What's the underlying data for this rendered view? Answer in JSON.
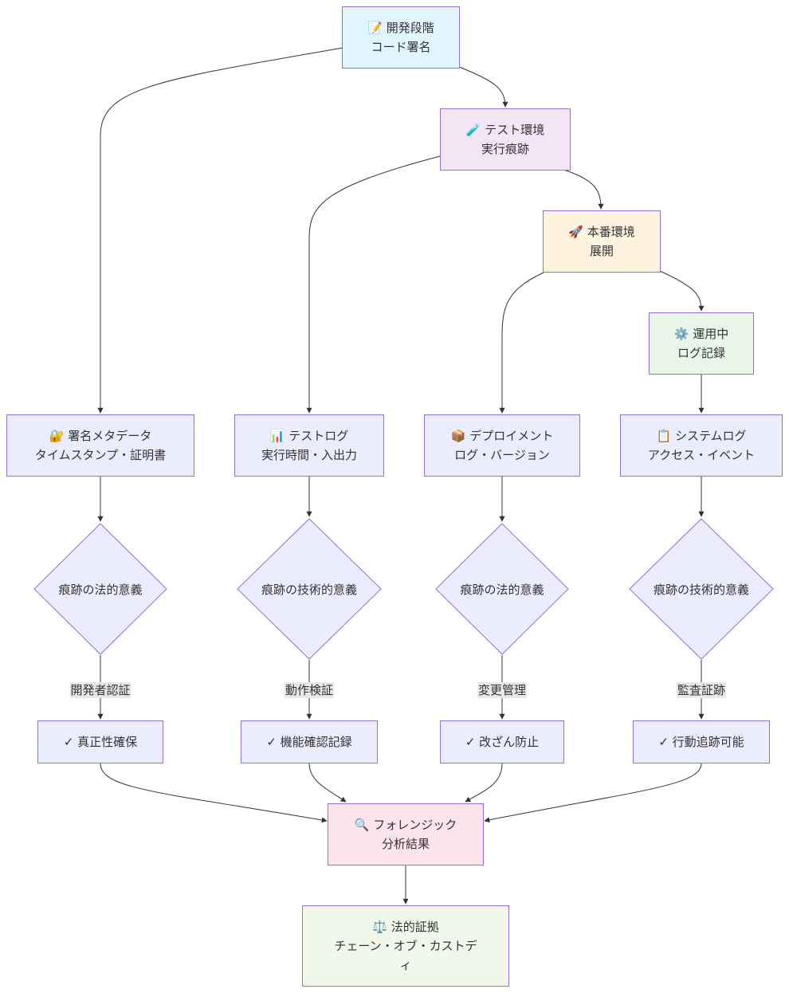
{
  "colors": {
    "dev": "#e1f5fe",
    "test": "#f3e5f5",
    "prod": "#fff3e0",
    "ops": "#e8f5e9",
    "forensic": "#fce4ec",
    "legal": "#f1f8e9",
    "default": "#ececff",
    "border": "#9370db",
    "edge": "#333333",
    "edge_label_bg": "#e8e8e8"
  },
  "nodes": {
    "dev": {
      "icon": "memo-icon",
      "glyph": "📝",
      "line1": "開発段階",
      "line2": "コード署名"
    },
    "test": {
      "icon": "test-tube-icon",
      "glyph": "🧪",
      "line1": "テスト環境",
      "line2": "実行痕跡"
    },
    "prod": {
      "icon": "rocket-icon",
      "glyph": "🚀",
      "line1": "本番環境",
      "line2": "展開"
    },
    "ops": {
      "icon": "gear-icon",
      "glyph": "⚙️",
      "line1": "運用中",
      "line2": "ログ記録"
    },
    "sign": {
      "icon": "lock-with-key-icon",
      "glyph": "🔐",
      "line1": "署名メタデータ",
      "line2": "タイムスタンプ・証明書"
    },
    "testlog": {
      "icon": "bar-chart-icon",
      "glyph": "📊",
      "line1": "テストログ",
      "line2": "実行時間・入出力"
    },
    "deploylog": {
      "icon": "package-icon",
      "glyph": "📦",
      "line1": "デプロイメント",
      "line2": "ログ・バージョン"
    },
    "syslog": {
      "icon": "clipboard-icon",
      "glyph": "📋",
      "line1": "システムログ",
      "line2": "アクセス・イベント"
    },
    "d1": {
      "text": "痕跡の法的意義"
    },
    "d2": {
      "text": "痕跡の技術的意義"
    },
    "d3": {
      "text": "痕跡の法的意義"
    },
    "d4": {
      "text": "痕跡の技術的意義"
    },
    "r1": {
      "text": "✓ 真正性確保"
    },
    "r2": {
      "text": "✓ 機能確認記録"
    },
    "r3": {
      "text": "✓ 改ざん防止"
    },
    "r4": {
      "text": "✓ 行動追跡可能"
    },
    "forensic": {
      "icon": "magnifier-icon",
      "glyph": "🔍",
      "line1": "フォレンジック",
      "line2": "分析結果"
    },
    "legal": {
      "icon": "balance-scale-icon",
      "glyph": "⚖️",
      "line1": "法的証拠",
      "line2": "チェーン・オブ・カストデ",
      "line3": "ィ"
    }
  },
  "edge_labels": {
    "e1": "開発者認証",
    "e2": "動作検証",
    "e3": "変更管理",
    "e4": "監査証跡"
  }
}
